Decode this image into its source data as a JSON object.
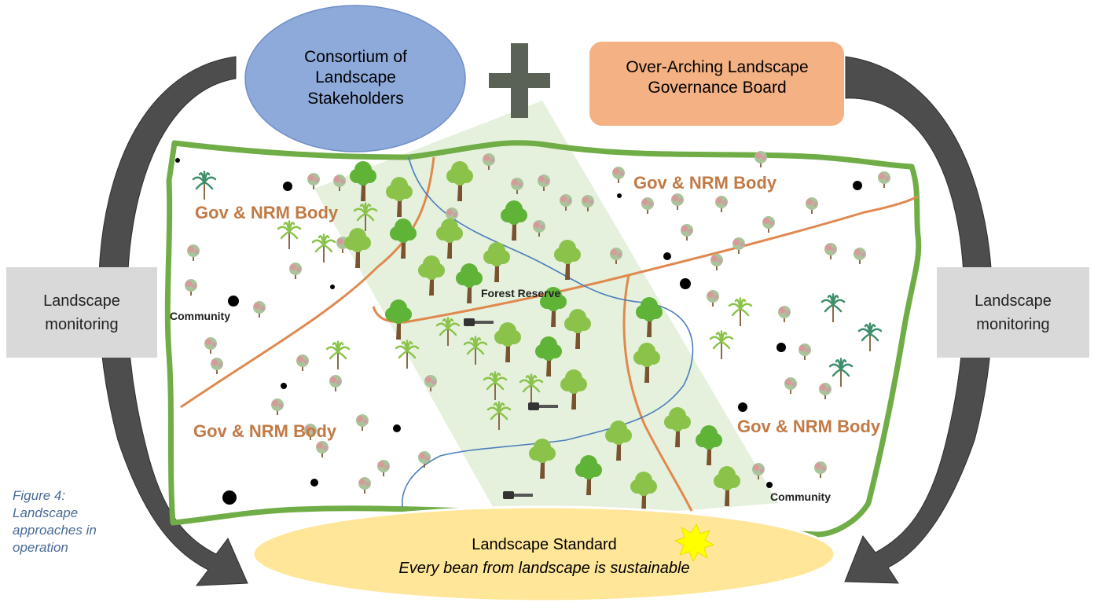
{
  "consortium_label": "Consortium of Landscape Stakeholders",
  "governance_label": "Over-Arching Landscape Governance Board",
  "monitoring_left": "Landscape monitoring",
  "monitoring_right": "Landscape monitoring",
  "body_labels": [
    "Gov & NRM Body",
    "Gov & NRM Body",
    "Gov & NRM Body",
    "Gov & NRM Body"
  ],
  "forest_reserve": "Forest Reserve",
  "community_left": "Community",
  "community_right": "Community",
  "standard_title": "Landscape Standard",
  "standard_subtitle": "Every bean from landscape is sustainable",
  "figure_caption": "Figure 4: Landscape approaches in operation",
  "colors": {
    "consortium_fill": "#8eaadb",
    "governance_fill": "#f4b183",
    "monitoring_fill": "#d9d9d9",
    "standard_fill": "#ffe699",
    "border_green": "#70ad47",
    "reserve_fill": "#e2efd9",
    "road_orange": "#e0894f",
    "river_blue": "#4a7ebb",
    "arrow_gray": "#4d4d4d",
    "star_yellow": "#ffff00"
  }
}
